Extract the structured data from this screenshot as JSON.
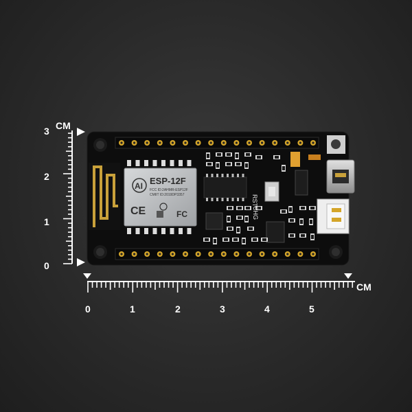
{
  "ruler": {
    "unit": "CM",
    "vertical_labels": [
      "0",
      "1",
      "2",
      "3"
    ],
    "horizontal_labels": [
      "0",
      "1",
      "2",
      "3",
      "4",
      "5"
    ]
  },
  "board": {
    "module_name": "ESP-12F",
    "module_fcc": "FCC ID:2AHMR-ESP12F",
    "module_cmiit": "CMIIT ID:2019DP3357",
    "module_logo": "AI",
    "module_marks": [
      "CE",
      "FC"
    ],
    "reset_label": "RST",
    "charge_label": "CHG"
  },
  "colors": {
    "board": "#0d0d0d",
    "gold": "#d4a52a",
    "antenna": "#c9a13a",
    "shield": "#b9bcbe",
    "ruler": "#ffffff"
  }
}
